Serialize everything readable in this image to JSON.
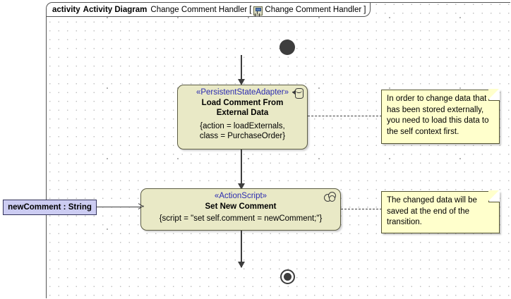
{
  "frame": {
    "keyword": "activity",
    "type_label": "Activity Diagram",
    "name": "Change Comment Handler",
    "bracket_open": "[",
    "icon": "state-machine-icon",
    "instance_name": "Change Comment Handler",
    "bracket_close": "]"
  },
  "nodes": {
    "initial": {
      "name": "initial-node"
    },
    "final": {
      "name": "final-node"
    },
    "load_comment": {
      "stereotype": "«PersistentStateAdapter»",
      "name_line1": "Load Comment From",
      "name_line2": "External Data",
      "body_line1": "{action = loadExternals,",
      "body_line2": "class = PurchaseOrder}",
      "icon": "persistent-adapter-icon"
    },
    "set_comment": {
      "stereotype": "«ActionScript»",
      "name": "Set New Comment",
      "body": "{script = \"set self.comment = newComment;\"}",
      "icon": "action-script-icon"
    }
  },
  "notes": {
    "note_top": {
      "line1": "In order to change data that",
      "line2": "has been stored externally,",
      "line3": "you need to load this data to",
      "line4": "the self context first."
    },
    "note_bottom": {
      "line1": "The changed data will be",
      "line2": "saved at the end of the",
      "line3": "transition."
    }
  },
  "parameter": {
    "label": "newComment : String"
  },
  "colors": {
    "node_fill": "#e9e9c6",
    "node_border": "#5c5c44",
    "note_fill": "#ffffcc",
    "note_border": "#555533",
    "stereotype_text": "#2a2ab0",
    "param_fill": "#ccccf2",
    "param_border": "#33335c",
    "flow": "#3d3d3d",
    "canvas": "#ffffff"
  }
}
